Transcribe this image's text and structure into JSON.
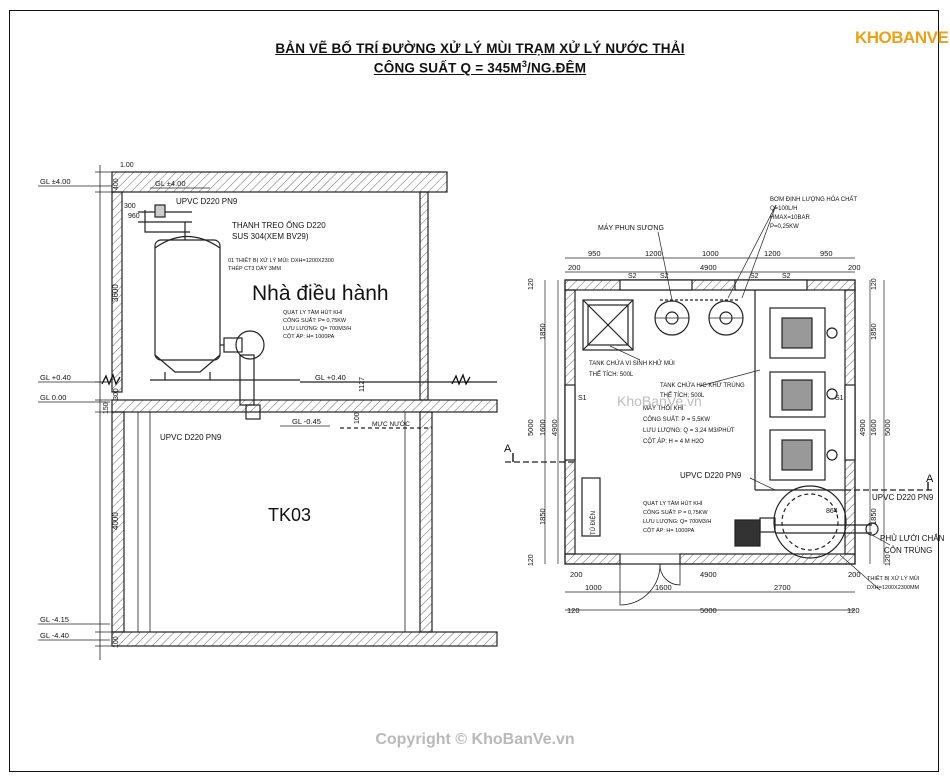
{
  "title_line1": "BẢN VẼ BỐ TRÍ ĐƯỜNG XỬ LÝ MÙI TRẠM XỬ LÝ NƯỚC THẢI",
  "title_line2_pre": "CÔNG SUẤT Q = 345M",
  "title_line2_sup": "3",
  "title_line2_post": "/NG.ĐÊM",
  "logo_text": "KHOBANVE",
  "copyright": "Copyright © KhoBanVe.vn",
  "watermark": "KhoBanVe.vn",
  "section": {
    "levels": {
      "gl_top_left": "GL ±4.00",
      "gl_top_mid": "GL ±4.00",
      "gl_040_left": "GL +0.40",
      "gl_040_mid": "GL +0.40",
      "gl_000": "GL 0.00",
      "gl_m045": "GL -0.45",
      "gl_m415": "GL -4.15",
      "gl_m440": "GL -4.40"
    },
    "dims": {
      "d100_top": "1.00",
      "d400": "400",
      "d300": "300",
      "d960": "960",
      "d3600": "3600",
      "d300b": "300",
      "d100b": "100",
      "d150": "150",
      "d1127": "1127",
      "d4000": "4000",
      "d100c": "100"
    },
    "labels": {
      "pipe_top": "UPVC D220 PN9",
      "hanger1": "THANH TREO ỐNG D220",
      "hanger2": "SUS 304(XEM BV29)",
      "filter1": "01 THIẾT BỊ XỬ LÝ MÙI: DXH=1200X2300",
      "filter2": "THÉP CT3 DÀY 3MM",
      "room": "Nhà điều hành",
      "fan1": "QUẠT LY TÂM HÚT KHÍ",
      "fan2": "CÔNG SUẤT: P= 0,75KW",
      "fan3": "LƯU LƯỢNG: Q= 700M3/H",
      "fan4": "CỘT ÁP: H= 1000PA",
      "water": "MỰC NƯỚC",
      "pipe_bottom": "UPVC D220 PN9",
      "tank": "TK03"
    }
  },
  "plan": {
    "dims_top": [
      "950",
      "1200",
      "1000",
      "1200",
      "950"
    ],
    "dim_total": "4900",
    "dim_200a": "200",
    "dim_200b": "200",
    "dims_bottom": [
      "1000",
      "1600",
      "2700"
    ],
    "dim_bottom_total": "5000",
    "dim_bottom_4900": "4900",
    "dim_120_bl": "120",
    "dim_120_br": "120",
    "dim_200c": "200",
    "dim_200d": "200",
    "left_dims": [
      "120",
      "1850",
      "1600",
      "1850",
      "120"
    ],
    "left_total": "4900",
    "left_total2": "5000",
    "right_dims": [
      "120",
      "1850",
      "1600",
      "1850",
      "120"
    ],
    "right_total": "4900",
    "right_total2": "5000",
    "windows": [
      "S2",
      "S2",
      "S2",
      "S2",
      "S1",
      "S1"
    ],
    "labels": {
      "mist": "MÁY PHUN SƯƠNG",
      "dosing1": "BƠM ĐỊNH LƯỢNG HÓA CHẤT",
      "dosing2": "Q=100L/H",
      "dosing3": "HMAX=10BAR",
      "dosing4": "P=0,25KW",
      "tank1a": "TANK CHỨA VI SINH KHỬ MÙI",
      "tank1b": "THỂ TÍCH: 500L",
      "tank2a": "TANK CHỨA H/C KHỬ TRÙNG",
      "tank2b": "THỂ TÍCH: 500L",
      "blower1": "MÁY THỔI KHÍ",
      "blower2": "CÔNG SUẤT: P = 5,5KW",
      "blower3": "LƯU LƯỢNG: Q = 3,24 M3/PHÚT",
      "blower4": "CỘT ÁP: H = 4 M H2O",
      "pipe1": "UPVC D220 PN9",
      "pipe2": "UPVC D220 PN9",
      "fan1": "QUẠT LY TÂM HÚT KHÍ",
      "fan2": "CÔNG SUẤT: P = 0,75KW",
      "fan3": "LƯU LƯỢNG: Q= 700M3/H",
      "fan4": "CỘT ÁP: H= 1000PA",
      "cabinet": "TỦ ĐIỆN",
      "mesh1": "PHỦ LƯỚI CHẮN",
      "mesh2": "CÔN TRÙNG",
      "d864": "864",
      "filter1": "THIẾT BỊ XỬ LÝ MÙI",
      "filter2": "DXH=1200X2300MM",
      "section_a_left": "A",
      "section_a_right": "A"
    }
  }
}
